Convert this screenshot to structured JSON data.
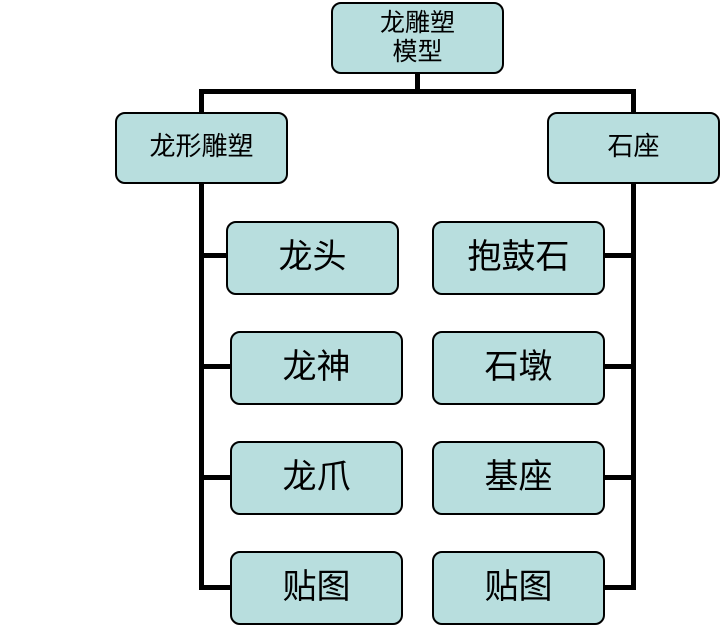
{
  "root": {
    "label": "龙雕塑\n模型"
  },
  "branches": [
    {
      "label": "龙形雕塑",
      "children": [
        "龙头",
        "龙神",
        "龙爪",
        "贴图"
      ]
    },
    {
      "label": "石座",
      "children": [
        "抱鼓石",
        "石墩",
        "基座",
        "贴图"
      ]
    }
  ],
  "colors": {
    "node_fill": "#b8dede",
    "line": "#000000"
  }
}
